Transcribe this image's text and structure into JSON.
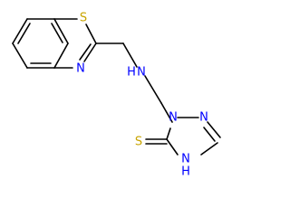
{
  "molecule": {
    "atom_labels": {
      "sulfur_ring": "S",
      "nitrogen_ring_thiazole": "N",
      "amine_nh": "N",
      "amine_h": "H",
      "triazole_n1": "N",
      "triazole_n2": "N",
      "triazole_n4": "N",
      "triazole_h4": "H",
      "thione_s": "S"
    },
    "colors": {
      "bond": "#000000",
      "sulfur": "#c8a400",
      "nitrogen": "#0000ff"
    }
  }
}
